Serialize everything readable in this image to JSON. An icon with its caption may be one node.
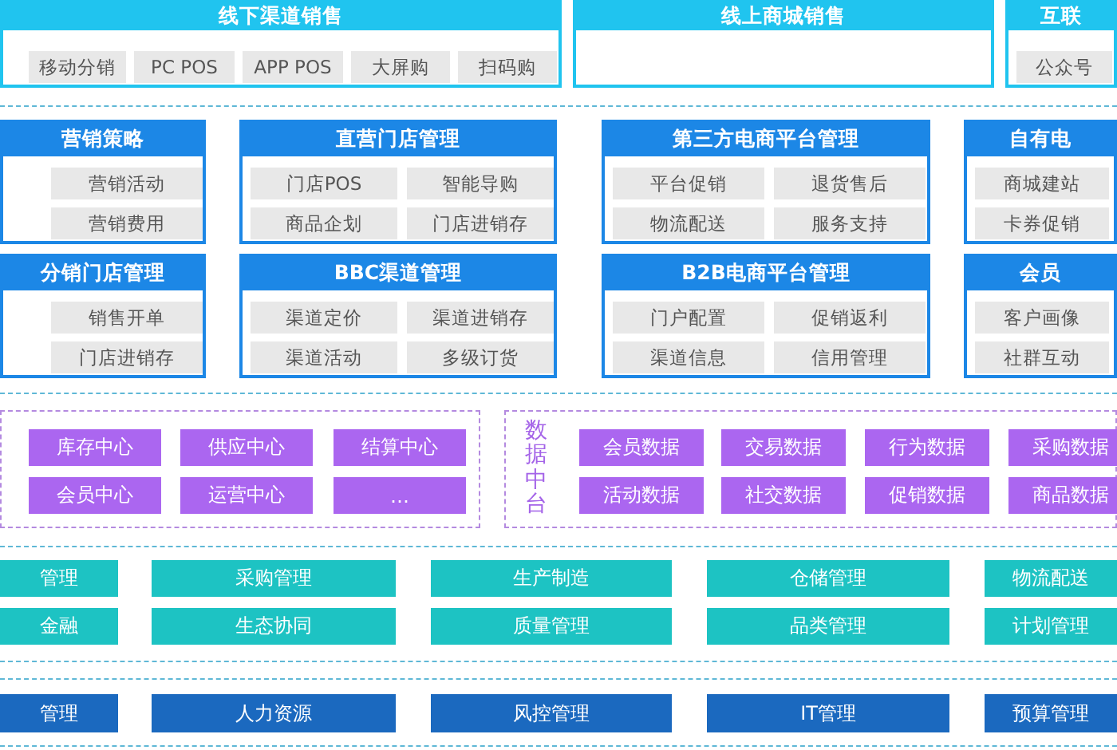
{
  "diagram": {
    "nodes": [
      {
        "text": [
          "线下渠道销售"
        ]
      },
      {
        "text": [
          "移动分销"
        ],
        "in": 0
      },
      {
        "text": [
          "PC POS"
        ],
        "in": 0
      },
      {
        "text": [
          "APP POS"
        ],
        "in": 0
      },
      {
        "text": [
          "大屏购"
        ],
        "in": 0
      },
      {
        "text": [
          "扫码购"
        ],
        "in": 0
      },
      {
        "text": [
          "线上商城销售"
        ]
      },
      {
        "text": [
          "互联"
        ]
      },
      {
        "text": [
          "公众号"
        ],
        "in": 7
      },
      {
        "text": [
          "营销策略"
        ]
      },
      {
        "text": [
          "营销活动"
        ],
        "in": 9
      },
      {
        "text": [
          "营销费用"
        ],
        "in": 9
      },
      {
        "text": [
          "直营门店管理"
        ]
      },
      {
        "text": [
          "门店POS"
        ],
        "in": 12
      },
      {
        "text": [
          "智能导购"
        ],
        "in": 12
      },
      {
        "text": [
          "商品企划"
        ],
        "in": 12
      },
      {
        "text": [
          "门店进销存"
        ],
        "in": 12
      },
      {
        "text": [
          "第三方电商平台管理"
        ]
      },
      {
        "text": [
          "平台促销"
        ],
        "in": 17
      },
      {
        "text": [
          "退货售后"
        ],
        "in": 17
      },
      {
        "text": [
          "物流配送"
        ],
        "in": 17
      },
      {
        "text": [
          "服务支持"
        ],
        "in": 17
      },
      {
        "text": [
          "自有电"
        ]
      },
      {
        "text": [
          "商城建站"
        ],
        "in": 22
      },
      {
        "text": [
          "卡券促销"
        ],
        "in": 22
      },
      {
        "text": [
          "分销门店管理"
        ]
      },
      {
        "text": [
          "销售开单"
        ],
        "in": 25
      },
      {
        "text": [
          "门店进销存"
        ],
        "in": 25
      },
      {
        "text": [
          "BBC渠道管理"
        ]
      },
      {
        "text": [
          "渠道定价"
        ],
        "in": 28
      },
      {
        "text": [
          "渠道进销存"
        ],
        "in": 28
      },
      {
        "text": [
          "渠道活动"
        ],
        "in": 28
      },
      {
        "text": [
          "多级订货"
        ],
        "in": 28
      },
      {
        "text": [
          "B2B电商平台管理"
        ]
      },
      {
        "text": [
          "门户配置"
        ],
        "in": 33
      },
      {
        "text": [
          "促销返利"
        ],
        "in": 33
      },
      {
        "text": [
          "渠道信息"
        ],
        "in": 33
      },
      {
        "text": [
          "信用管理"
        ],
        "in": 33
      },
      {
        "text": [
          "会员"
        ]
      },
      {
        "text": [
          "客户画像"
        ],
        "in": 38
      },
      {
        "text": [
          "社群互动"
        ],
        "in": 38
      },
      {
        "text": [],
        "shape": "box"
      },
      {
        "text": [
          "库存中心"
        ],
        "in": 41
      },
      {
        "text": [
          "供应中心"
        ],
        "in": 41
      },
      {
        "text": [
          "结算中心"
        ],
        "in": 41
      },
      {
        "text": [
          "会员中心"
        ],
        "in": 41
      },
      {
        "text": [
          "运营中心"
        ],
        "in": 41
      },
      {
        "text": [
          "…"
        ],
        "in": 41
      },
      {
        "text": [
          "数据中台"
        ]
      },
      {
        "text": [
          "会员数据"
        ],
        "in": 48
      },
      {
        "text": [
          "交易数据"
        ],
        "in": 48
      },
      {
        "text": [
          "行为数据"
        ],
        "in": 48
      },
      {
        "text": [
          "采购数据"
        ],
        "in": 48
      },
      {
        "text": [
          "活动数据"
        ],
        "in": 48
      },
      {
        "text": [
          "社交数据"
        ],
        "in": 48
      },
      {
        "text": [
          "促销数据"
        ],
        "in": 48
      },
      {
        "text": [
          "商品数据"
        ],
        "in": 48
      },
      {
        "text": [
          "管理"
        ]
      },
      {
        "text": [
          "采购管理"
        ]
      },
      {
        "text": [
          "生产制造"
        ]
      },
      {
        "text": [
          "仓储管理"
        ]
      },
      {
        "text": [
          "物流配送"
        ]
      },
      {
        "text": [
          "金融"
        ]
      },
      {
        "text": [
          "生态协同"
        ]
      },
      {
        "text": [
          "质量管理"
        ]
      },
      {
        "text": [
          "品类管理"
        ]
      },
      {
        "text": [
          "计划管理"
        ]
      },
      {
        "text": [
          "管理"
        ]
      },
      {
        "text": [
          "人力资源"
        ]
      },
      {
        "text": [
          "风控管理"
        ]
      },
      {
        "text": [
          "IT管理"
        ]
      },
      {
        "text": [
          "预算管理"
        ]
      }
    ]
  }
}
